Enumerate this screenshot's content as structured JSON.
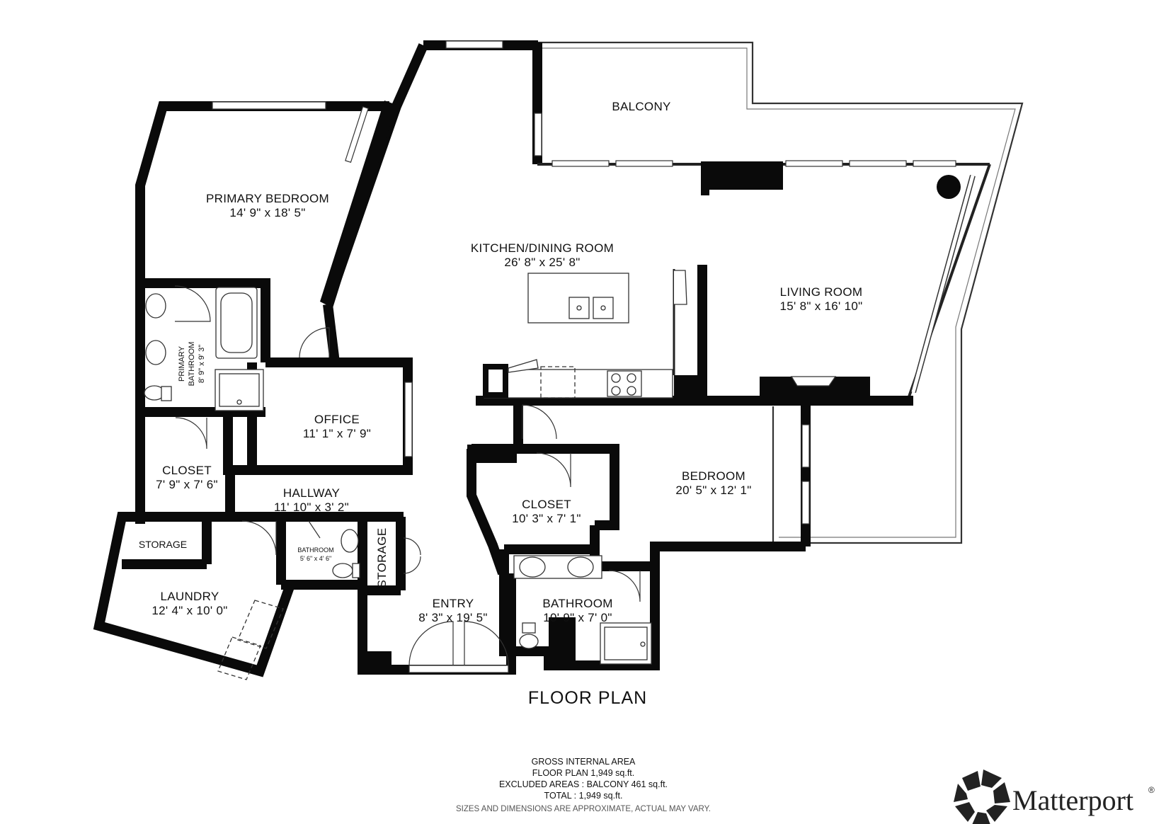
{
  "title": "FLOOR PLAN",
  "rooms": {
    "balcony": {
      "name": "BALCONY"
    },
    "primary_bedroom": {
      "name": "PRIMARY BEDROOM",
      "dims": "14' 9\" x 18' 5\""
    },
    "kitchen_dining": {
      "name": "KITCHEN/DINING ROOM",
      "dims": "26' 8\" x 25' 8\""
    },
    "living_room": {
      "name": "LIVING ROOM",
      "dims": "15' 8\" x 16' 10\""
    },
    "primary_bathroom": {
      "name": "PRIMARY",
      "name2": "BATHROOM",
      "dims": "8' 9\" x 9' 3\""
    },
    "office": {
      "name": "OFFICE",
      "dims": "11' 1\" x 7' 9\""
    },
    "closet_left": {
      "name": "CLOSET",
      "dims": "7' 9\" x 7' 6\""
    },
    "hallway": {
      "name": "HALLWAY",
      "dims": "11' 10\" x 3' 2\""
    },
    "storage_left": {
      "name": "STORAGE"
    },
    "laundry": {
      "name": "LAUNDRY",
      "dims": "12' 4\" x 10' 0\""
    },
    "small_bathroom": {
      "name": "BATHROOM",
      "dims": "5' 6\" x 4' 6\""
    },
    "storage_mid": {
      "name": "STORAGE"
    },
    "entry": {
      "name": "ENTRY",
      "dims": "8' 3\" x 19' 5\""
    },
    "closet_mid": {
      "name": "CLOSET",
      "dims": "10' 3\" x 7' 1\""
    },
    "bedroom": {
      "name": "BEDROOM",
      "dims": "20' 5\" x 12' 1\""
    },
    "bathroom": {
      "name": "BATHROOM",
      "dims": "10' 9\" x 7' 0\""
    }
  },
  "area_summary": {
    "heading": "GROSS INTERNAL AREA",
    "floor_plan": "FLOOR PLAN 1,949 sq.ft.",
    "excluded": "EXCLUDED AREAS :   BALCONY 461 sq.ft.",
    "total": "TOTAL :  1,949 sq.ft.",
    "disclaimer": "SIZES AND DIMENSIONS ARE APPROXIMATE, ACTUAL MAY VARY."
  },
  "brand": {
    "name": "Matterport",
    "mark": "®",
    "icon": "matterport-logo-icon"
  }
}
